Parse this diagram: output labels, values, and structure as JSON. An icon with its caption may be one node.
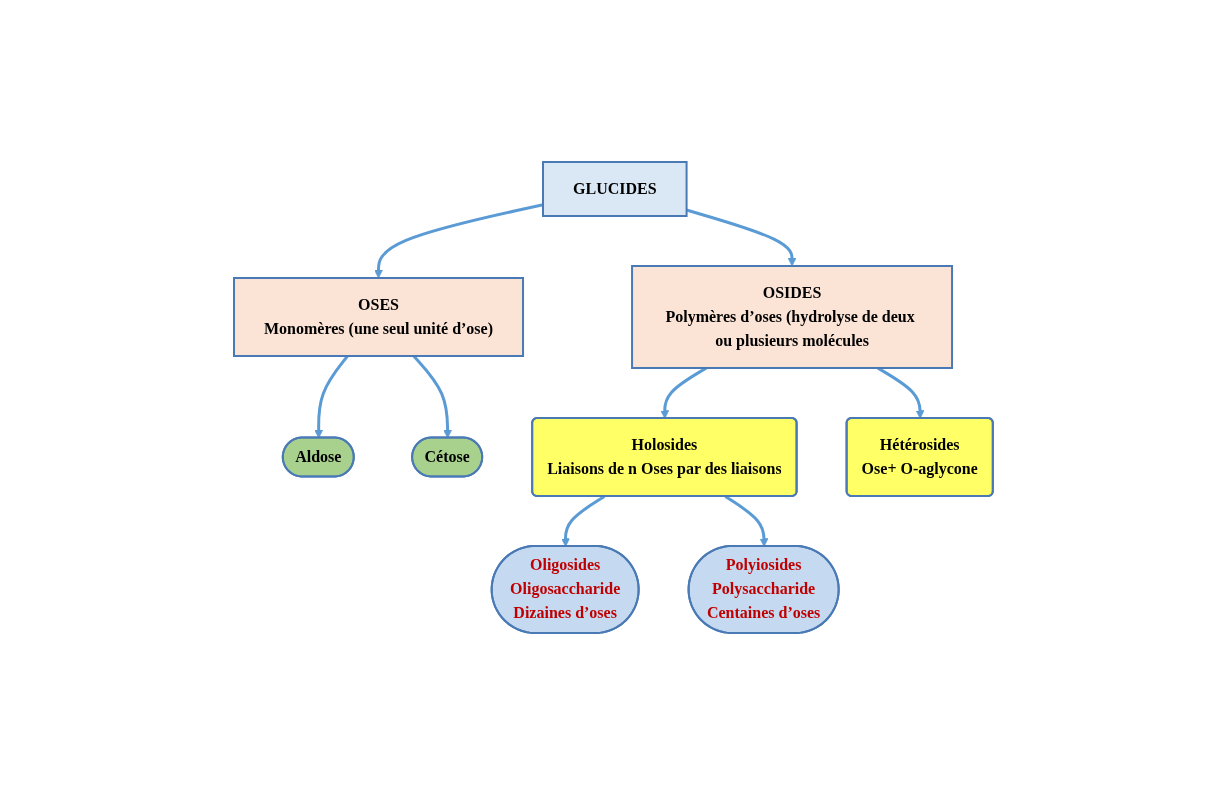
{
  "diagram": {
    "nodes": [
      {
        "text": [
          "GLUCIDES"
        ]
      },
      {
        "text": [
          "OSES",
          "Monomères (une seul unité d’ose)"
        ]
      },
      {
        "text": [
          "OSIDES",
          "Polymères d’oses (hydrolyse de deux ou plusieurs molécules"
        ]
      },
      {
        "text": [
          "Aldose"
        ]
      },
      {
        "text": [
          "Cétose"
        ]
      },
      {
        "text": [
          "Holosides",
          "Liaisons de n Oses par des liaisons"
        ]
      },
      {
        "text": [
          "Hétérosides",
          "Ose+ O-aglycone"
        ]
      },
      {
        "text": [
          "Oligosides",
          "Oligosaccharide",
          "Dizaines d’oses"
        ]
      },
      {
        "text": [
          "Polyiosides",
          "Polysaccharide",
          "Centaines d’oses"
        ]
      }
    ],
    "edges": [
      {
        "from": 0,
        "to": 1,
        "arrow": "to"
      },
      {
        "from": 0,
        "to": 2,
        "arrow": "to"
      },
      {
        "from": 1,
        "to": 3,
        "arrow": "to"
      },
      {
        "from": 1,
        "to": 4,
        "arrow": "to"
      },
      {
        "from": 2,
        "to": 5,
        "arrow": "to"
      },
      {
        "from": 2,
        "to": 6,
        "arrow": "to"
      },
      {
        "from": 5,
        "to": 7,
        "arrow": "to"
      },
      {
        "from": 5,
        "to": 8,
        "arrow": "to"
      }
    ]
  }
}
